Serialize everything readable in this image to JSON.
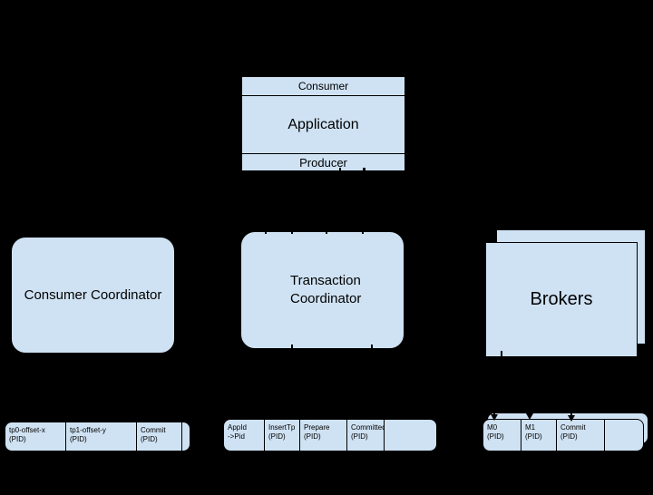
{
  "diagram": {
    "background_color": "#000000",
    "box_fill": "#cfe2f3",
    "box_border": "#000000",
    "application": {
      "top_label": "Consumer",
      "title": "Application",
      "bottom_label": "Producer"
    },
    "consumer_coordinator": {
      "label": "Consumer Coordinator"
    },
    "transaction_coordinator": {
      "line1": "Transaction",
      "line2": "Coordinator"
    },
    "brokers": {
      "label": "Brokers"
    },
    "consumer_offsets_log": {
      "cells": [
        {
          "line1": "tp0-offset-x",
          "line2": "(PID)"
        },
        {
          "line1": "tp1-offset-y",
          "line2": "(PID)"
        },
        {
          "line1": "Commit",
          "line2": "(PID)"
        },
        {
          "line1": "",
          "line2": ""
        }
      ]
    },
    "transaction_log": {
      "cells": [
        {
          "line1": "AppId",
          "line2": "->Pid"
        },
        {
          "line1": "InsertTp",
          "line2": "(PID)"
        },
        {
          "line1": "Prepare",
          "line2": "(PID)"
        },
        {
          "line1": "Committed",
          "line2": "(PID)"
        },
        {
          "line1": "",
          "line2": ""
        }
      ]
    },
    "broker_log": {
      "cells": [
        {
          "line1": "M0",
          "line2": "(PID)"
        },
        {
          "line1": "M1",
          "line2": "(PID)"
        },
        {
          "line1": "Commit",
          "line2": "(PID)"
        },
        {
          "line1": "",
          "line2": ""
        }
      ]
    }
  }
}
